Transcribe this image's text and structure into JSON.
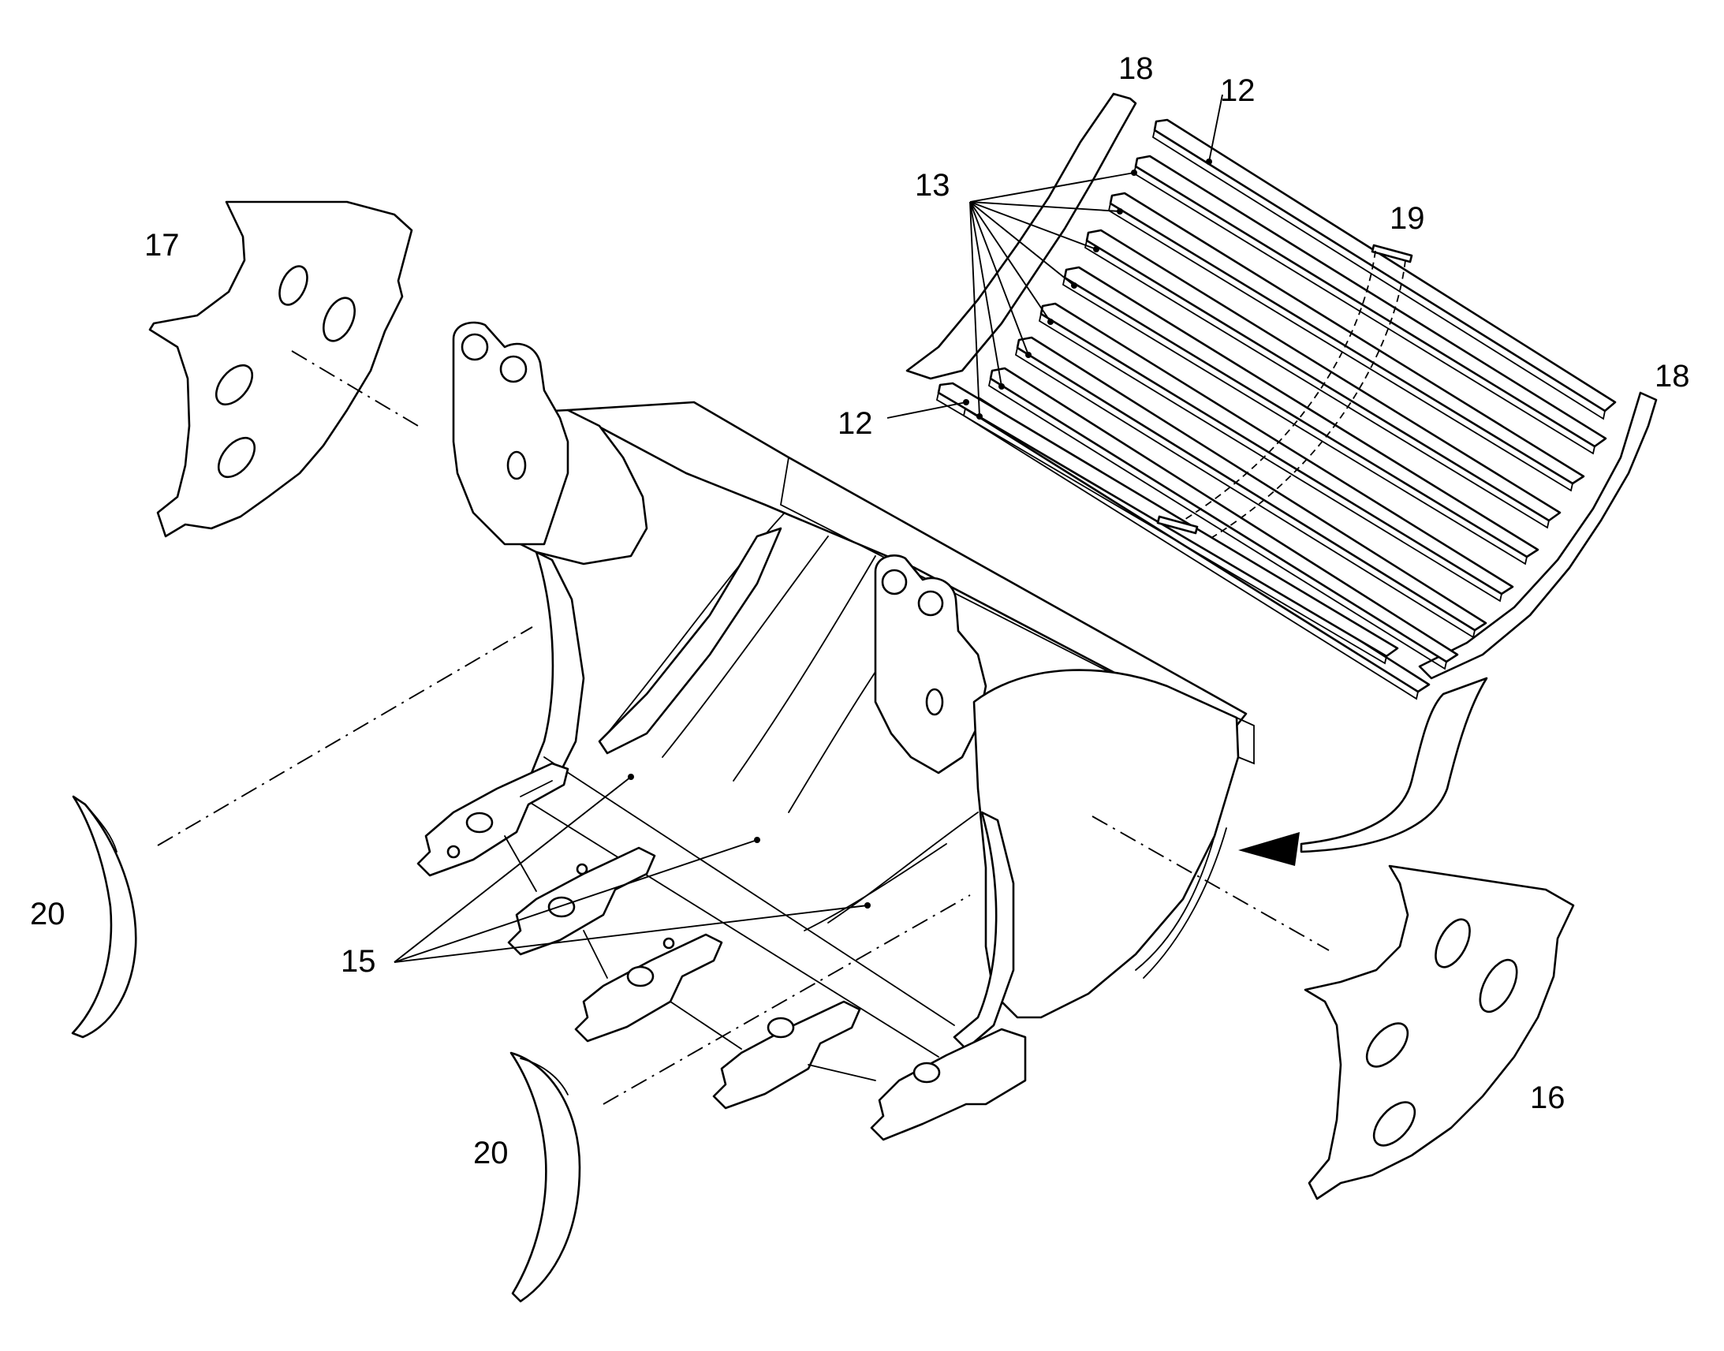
{
  "reference_numerals": {
    "wear_strip_top": "12",
    "wear_strip_bottom": "12",
    "wear_strips_middle": "13",
    "tooth_adapters": "15",
    "side_plate_right": "16",
    "side_plate_left": "17",
    "curved_rail_top": "18",
    "curved_rail_right": "18",
    "center_bar": "19",
    "side_cutter_left": "20",
    "side_cutter_bottom": "20"
  }
}
